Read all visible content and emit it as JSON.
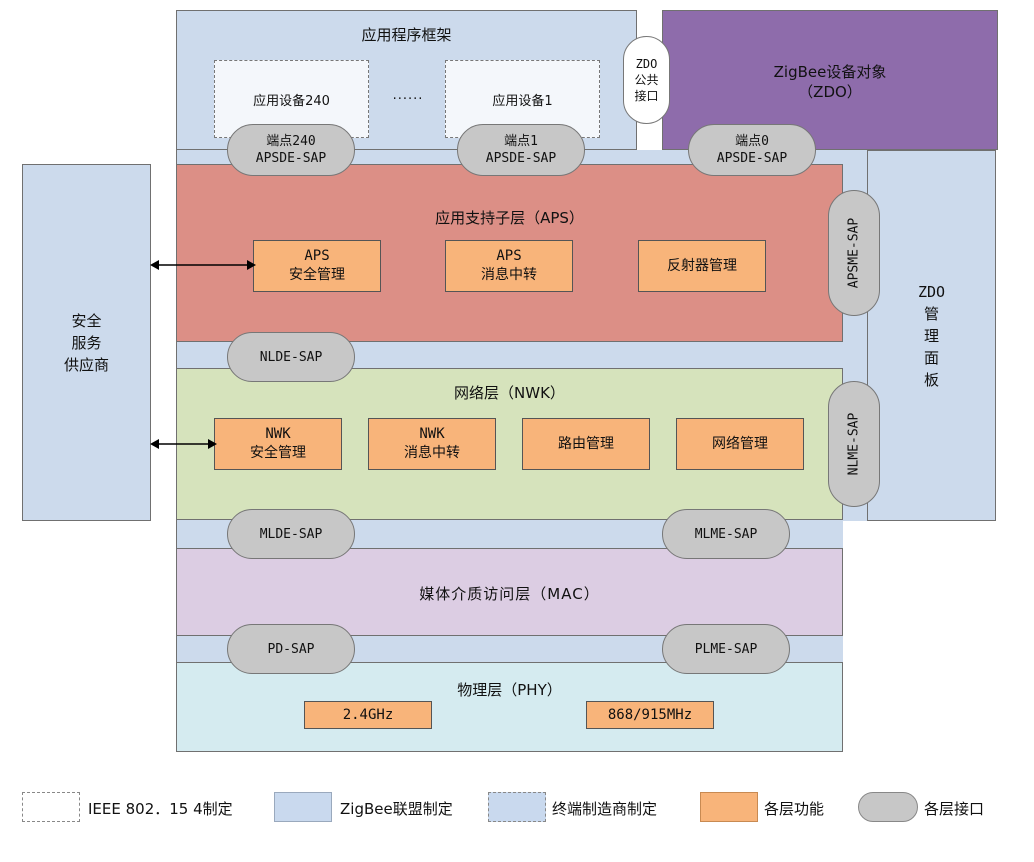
{
  "app_framework": {
    "title": "应用程序框架",
    "device_a": "应用设备240",
    "ellipsis": "......",
    "device_b": "应用设备1"
  },
  "zdo_public": {
    "line1": "ZDO",
    "line2": "公共",
    "line3": "接口"
  },
  "zdo_object": {
    "line1": "ZigBee设备对象",
    "line2": "（ZDO）"
  },
  "endpoints": [
    {
      "line1": "端点240",
      "line2": "APSDE-SAP"
    },
    {
      "line1": "端点1",
      "line2": "APSDE-SAP"
    },
    {
      "line1": "端点0",
      "line2": "APSDE-SAP"
    }
  ],
  "security_provider": {
    "line1": "安全",
    "line2": "服务",
    "line3": "供应商"
  },
  "zdo_panel": {
    "line1": "ZDO",
    "line2": "管",
    "line3": "理",
    "line4": "面",
    "line5": "板"
  },
  "aps": {
    "title": "应用支持子层（APS）",
    "security": {
      "line1": "APS",
      "line2": "安全管理"
    },
    "relay": {
      "line1": "APS",
      "line2": "消息中转"
    },
    "reflector": "反射器管理"
  },
  "apsme_sap": "APSME-SAP",
  "nlde_sap": "NLDE-SAP",
  "nwk": {
    "title": "网络层（NWK）",
    "security": {
      "line1": "NWK",
      "line2": "安全管理"
    },
    "relay": {
      "line1": "NWK",
      "line2": "消息中转"
    },
    "routing": "路由管理",
    "network_mgmt": "网络管理"
  },
  "nlme_sap": "NLME-SAP",
  "mlde_sap": "MLDE-SAP",
  "mlme_sap": "MLME-SAP",
  "mac": {
    "title": "媒体介质访问层（MAC）"
  },
  "pd_sap": "PD-SAP",
  "plme_sap": "PLME-SAP",
  "phy": {
    "title": "物理层（PHY）",
    "band_a": "2.4GHz",
    "band_b": "868/915MHz"
  },
  "legend": {
    "ieee": "IEEE 802．15 4制定",
    "zigbee": "ZigBee联盟制定",
    "vendor": "终端制造商制定",
    "function": "各层功能",
    "interface": "各层接口"
  },
  "colors": {
    "zigbee_blue": "#c9d9ee",
    "zdo_purple": "#8e6cab",
    "aps_red": "#dc8f86",
    "nwk_green": "#d6e3bc",
    "mac_lavender": "#dccde3",
    "phy_cyan": "#d5ebf0",
    "function_orange": "#f8b47a",
    "interface_gray": "#c7c7c7"
  }
}
